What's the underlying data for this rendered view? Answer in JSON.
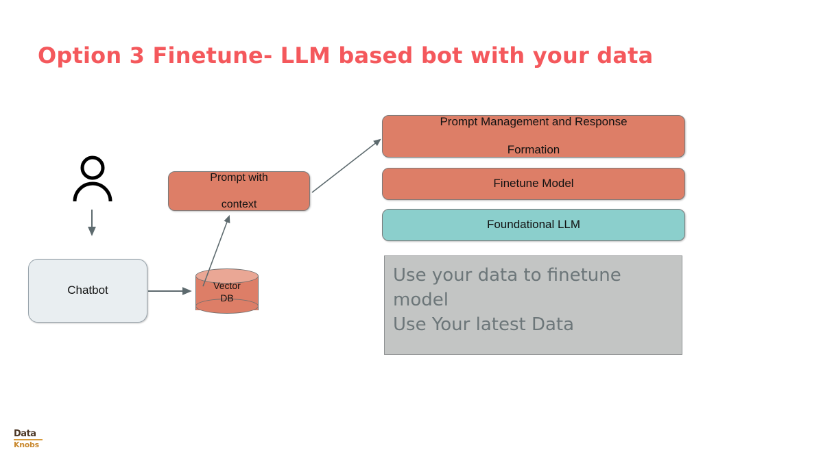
{
  "slide": {
    "title": "Option 3 Finetune- LLM based bot with your data",
    "title_color": "#F4585C",
    "background": "#ffffff"
  },
  "colors": {
    "salmon": "#DD7E67",
    "salmon_light": "#EAA795",
    "teal": "#8BCFCC",
    "pale_blue": "#E9EEF1",
    "gray_box": "#C3C5C4",
    "gray_text": "#6C7679",
    "connector": "#5D6A6E",
    "border": "#7A7A7A"
  },
  "diagram": {
    "person_icon": "user-icon",
    "chatbot": {
      "label": "Chatbot",
      "fill": "#E9EEF1"
    },
    "vector_db": {
      "line1": "Vector",
      "line2": "DB",
      "fill": "#DD7E67"
    },
    "prompt_with_context": {
      "line1": "Prompt with",
      "line2": "context",
      "fill": "#DD7E67"
    },
    "stack": [
      {
        "id": "prompt-management",
        "line1": "Prompt Management and Response",
        "line2": "Formation",
        "fill": "#DD7E67"
      },
      {
        "id": "finetune-model",
        "line1": "Finetune Model",
        "line2": "",
        "fill": "#DD7E67"
      },
      {
        "id": "foundational-llm",
        "line1": "Foundational LLM",
        "line2": "",
        "fill": "#8BCFCC"
      }
    ],
    "notes": {
      "line1": "Use your data to finetune",
      "line2": "model",
      "line3": "Use Your latest Data",
      "fill": "#C3C5C4"
    },
    "connectors": [
      {
        "name": "person-to-chatbot",
        "type": "arrow-down"
      },
      {
        "name": "chatbot-to-vector-db",
        "type": "arrow-right"
      },
      {
        "name": "vector-db-to-prompt",
        "type": "arrow-up-right"
      },
      {
        "name": "prompt-to-prompt-management",
        "type": "arrow-up-right"
      }
    ]
  },
  "logo": {
    "top_text": "Data",
    "bottom_text": "Knobs"
  }
}
